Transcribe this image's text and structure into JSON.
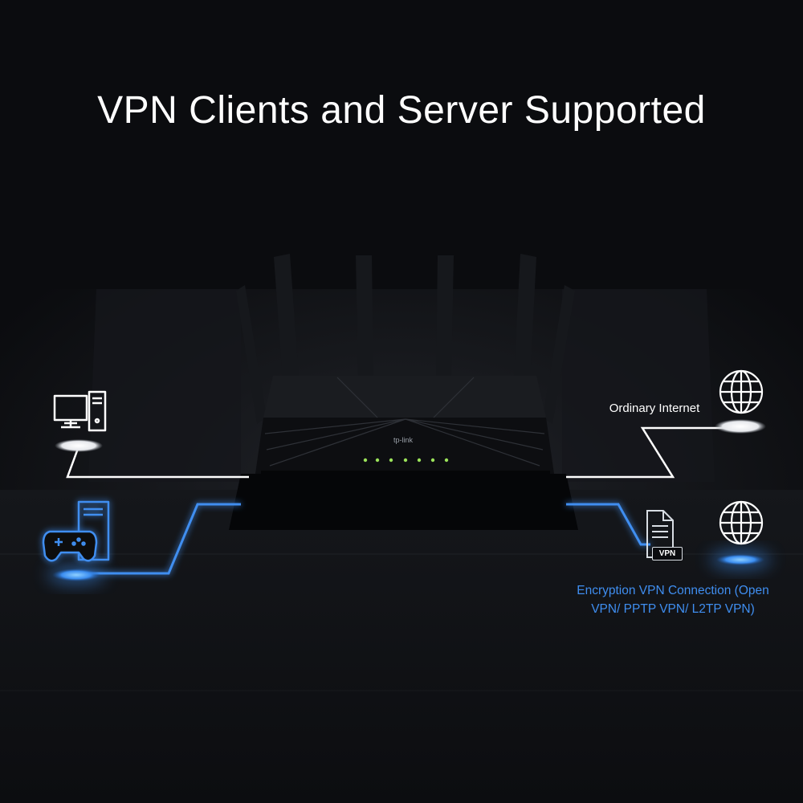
{
  "title": "VPN Clients and Server Supported",
  "router": {
    "brand": "tp-link"
  },
  "labels": {
    "ordinary_internet": "Ordinary Internet",
    "vpn_badge": "VPN",
    "encryption_line1": "Encryption VPN Connection (Open",
    "encryption_line2": "VPN/ PPTP VPN/ L2TP VPN)"
  },
  "icons": {
    "pc": "desktop-computer-icon",
    "gaming": "gamepad-icon",
    "globe": "globe-icon",
    "server": "vpn-server-icon"
  },
  "colors": {
    "background": "#0b0c0f",
    "white_line": "#ffffff",
    "vpn_blue": "#2a7cf0",
    "blue_text": "#3f8ef0",
    "led_green": "#9be35a"
  }
}
